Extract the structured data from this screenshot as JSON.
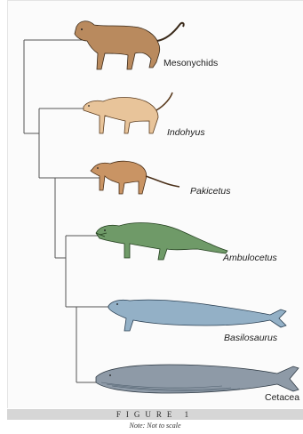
{
  "taxa": {
    "mesonychids": "Mesonychids",
    "indohyus": "Indohyus",
    "pakicetus": "Pakicetus",
    "ambulocetus": "Ambulocetus",
    "basilosaurus": "Basilosaurus",
    "cetacea": "Cetacea"
  },
  "caption": {
    "title": "FIGURE 1",
    "note": "Note: Not to scale"
  },
  "colors": {
    "mesonychid_body": "#b98a5e",
    "indohyus_body": "#e8c49a",
    "pakicetus_body": "#c99464",
    "ambulocetus_body": "#6f9a68",
    "basilosaurus_body": "#93b0c6",
    "whale_body": "#8e9aa7",
    "tree_lines": "#555555",
    "caption_bar": "#d6d6d6"
  },
  "icons": [
    "mesonychid-icon",
    "indohyus-icon",
    "pakicetus-icon",
    "ambulocetus-icon",
    "basilosaurus-icon",
    "blue-whale-icon"
  ]
}
